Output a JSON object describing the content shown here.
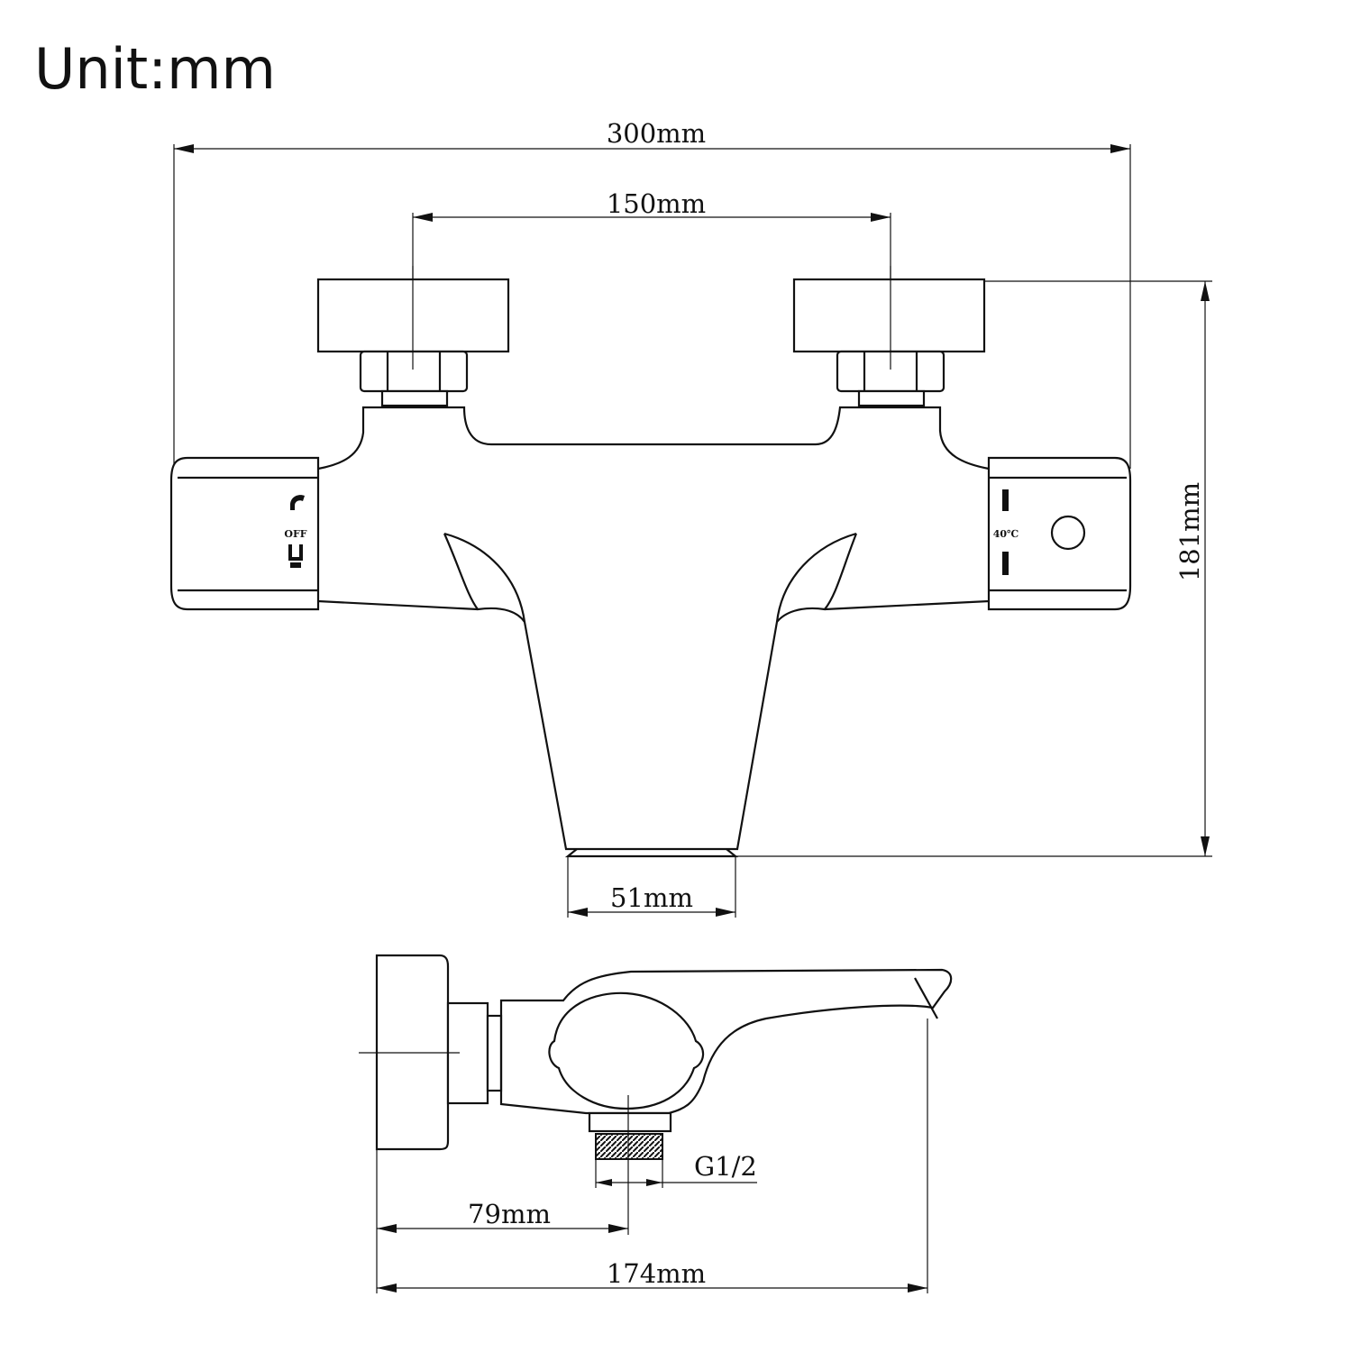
{
  "title": "Unit:mm",
  "dimensions": {
    "overall_width": "300mm",
    "inlet_spacing": "150mm",
    "overall_height": "181mm",
    "spout_width": "51mm",
    "outlet_offset": "79mm",
    "overall_depth": "174mm",
    "outlet_thread": "G1/2"
  },
  "handle_labels": {
    "diverter_off": "OFF",
    "temperature": "40℃"
  },
  "icons": {
    "shower": "shower-head-icon",
    "bath": "bath-tub-icon"
  }
}
